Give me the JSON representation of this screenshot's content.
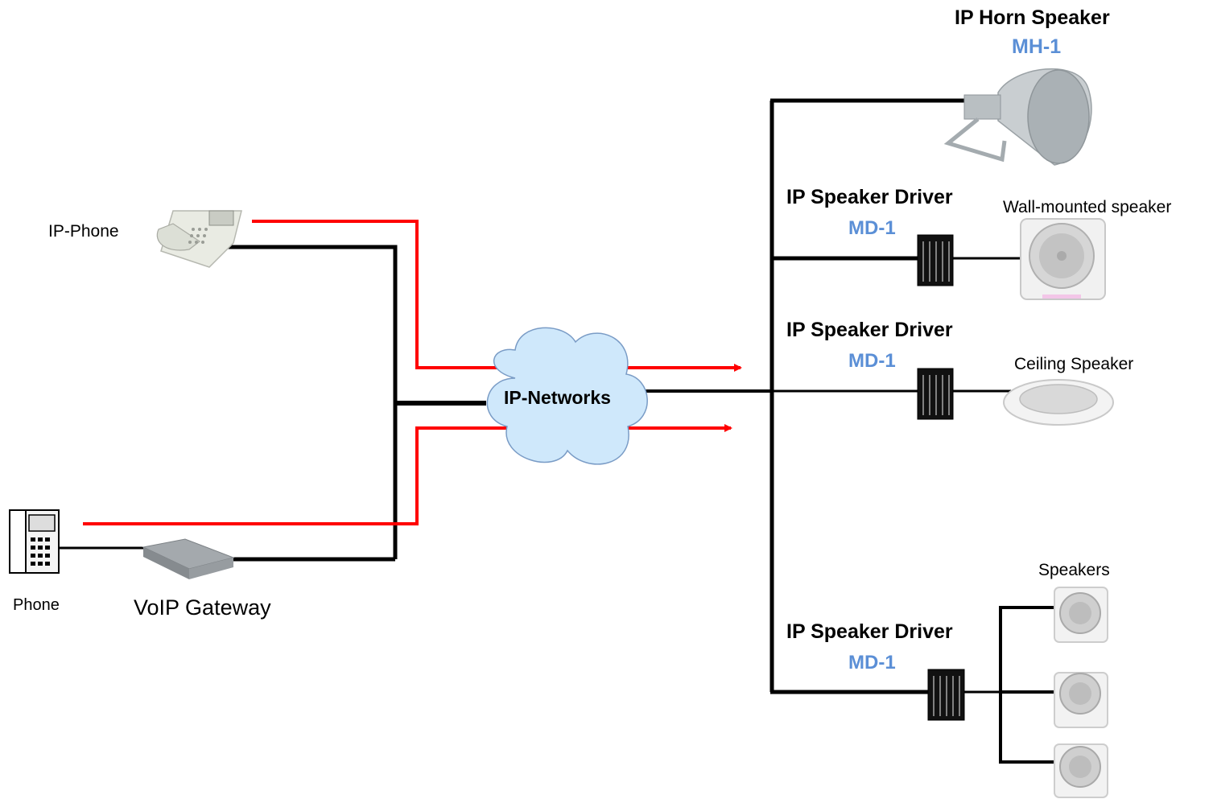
{
  "labels": {
    "ip_phone": "IP-Phone",
    "phone": "Phone",
    "voip_gateway": "VoIP Gateway",
    "ip_networks": "IP-Networks",
    "horn_title": "IP Horn Speaker",
    "horn_model": "MH-1",
    "driver1_title": "IP Speaker Driver",
    "driver1_model": "MD-1",
    "driver2_title": "IP Speaker Driver",
    "driver2_model": "MD-1",
    "driver3_title": "IP Speaker Driver",
    "driver3_model": "MD-1",
    "wall_speaker": "Wall-mounted speaker",
    "ceiling_speaker": "Ceiling Speaker",
    "speakers": "Speakers"
  },
  "colors": {
    "signal_path": "#ff0000",
    "network_line": "#000000",
    "cloud_fill": "#cfe8fb",
    "cloud_stroke": "#7a9cc6",
    "model_text": "#5b8fd6"
  }
}
